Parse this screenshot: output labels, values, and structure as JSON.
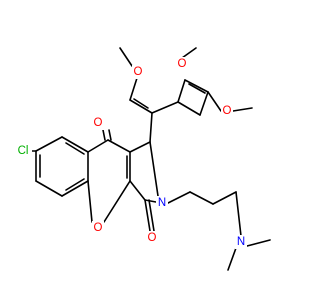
{
  "molecule": {
    "colors": {
      "bond": "#000000",
      "carbon": "#000000",
      "oxygen": "#ff0000",
      "nitrogen": "#0000ff",
      "chlorine": "#00b000"
    },
    "atom_labels": {
      "Cl": "Cl",
      "O_ketone_top": "O",
      "O_lactam": "O",
      "O_ring": "O",
      "N_ring": "N",
      "N_amine": "N",
      "O_methoxy_left": "O",
      "O_methoxy_middle": "O",
      "O_methoxy_right": "O"
    }
  }
}
